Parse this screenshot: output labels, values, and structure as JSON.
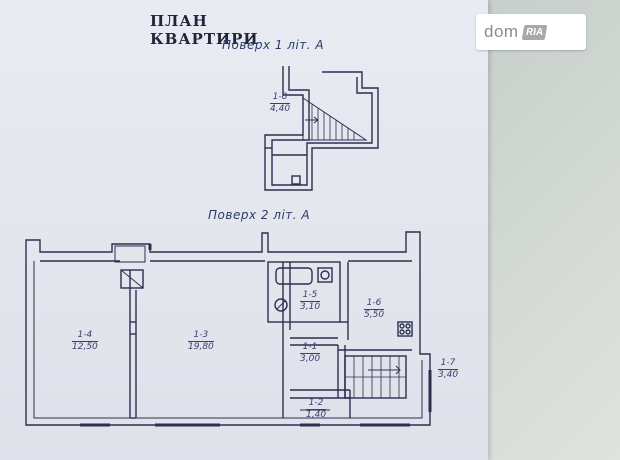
{
  "document": {
    "title": "ПЛАН КВАРТИРИ",
    "floors": [
      {
        "label": "Поверх 1 літ. А",
        "rooms": [
          {
            "id": "1-8",
            "area": "4,40"
          }
        ]
      },
      {
        "label": "Поверх 2 літ. А",
        "rooms": [
          {
            "id": "1-4",
            "area": "12,50"
          },
          {
            "id": "1-3",
            "area": "19,80"
          },
          {
            "id": "1-5",
            "area": "3,10"
          },
          {
            "id": "1-6",
            "area": "5,50"
          },
          {
            "id": "1-1",
            "area": "3,00"
          },
          {
            "id": "1-7",
            "area": "3,40"
          },
          {
            "id": "1-2",
            "area": "1,40"
          }
        ]
      }
    ]
  },
  "watermark": {
    "brand": "dom",
    "badge": "RIA"
  },
  "colors": {
    "ink": "#2b2f4f",
    "paper": "#e7e9f0",
    "background": "#cfd5d2"
  }
}
